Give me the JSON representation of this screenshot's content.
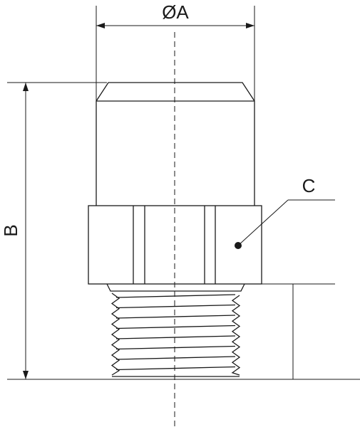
{
  "labels": {
    "diameter": "ØA",
    "height": "B",
    "callout": "C"
  },
  "colors": {
    "line": "#1a1a1a",
    "background": "#ffffff"
  }
}
